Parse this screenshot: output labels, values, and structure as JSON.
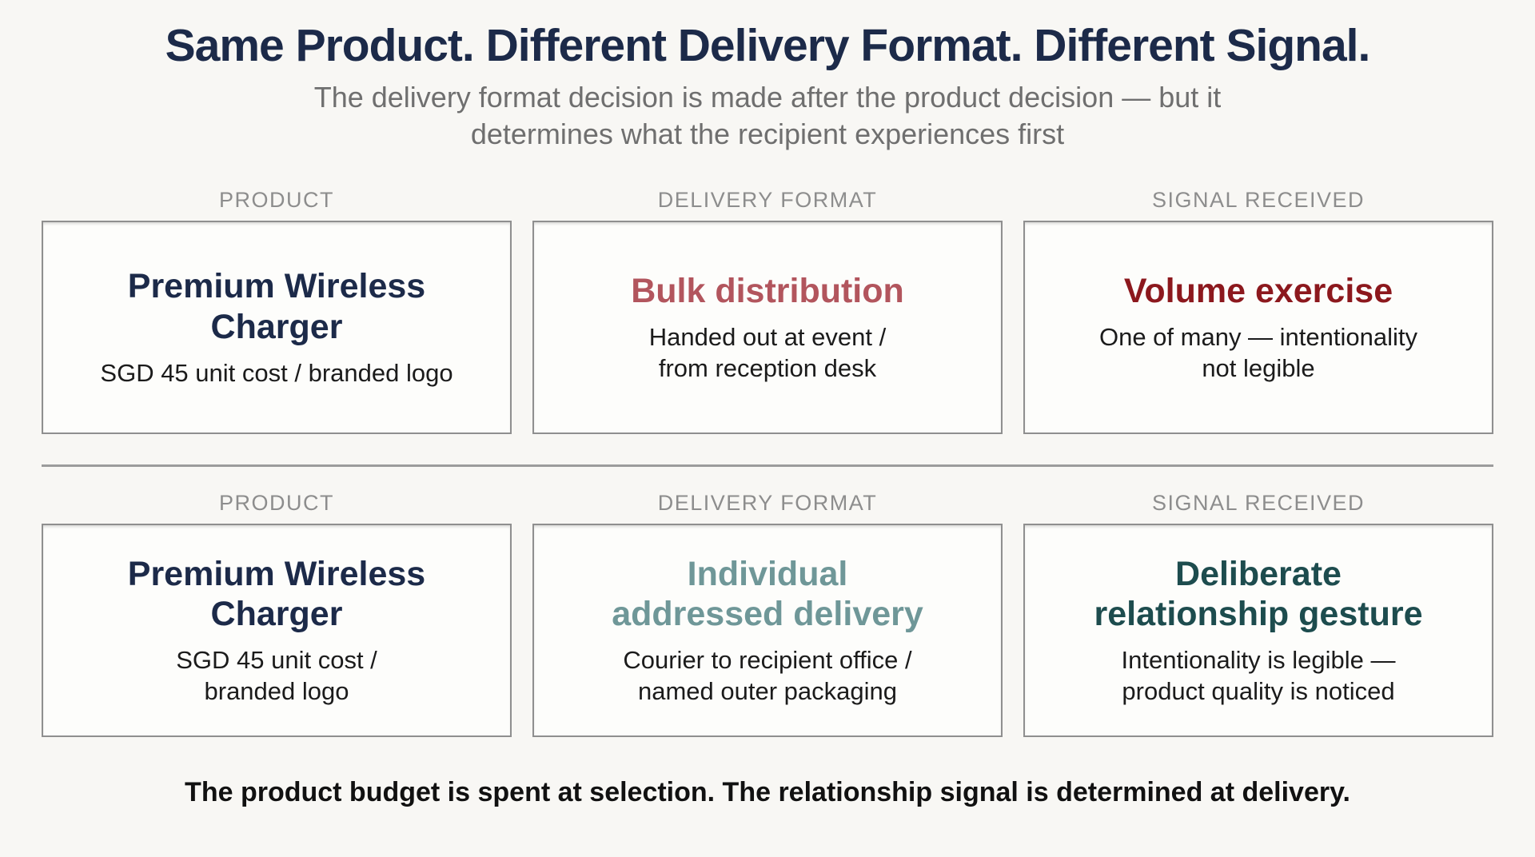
{
  "page": {
    "title": "Same Product. Different Delivery Format. Different Signal.",
    "subtitle_line1": "The delivery format decision is made after the product decision — but it",
    "subtitle_line2": "determines what the recipient experiences first",
    "footer": "The product budget is spent at selection. The relationship signal is determined at delivery."
  },
  "columns": [
    "PRODUCT",
    "DELIVERY FORMAT",
    "SIGNAL RECEIVED"
  ],
  "colors": {
    "navy": "#1c2a49",
    "rose": "#b2555d",
    "maroon": "#8c181d",
    "muted_teal": "#6f9798",
    "dark_teal": "#1d4c4e",
    "header_gray": "#8d8d8d",
    "subtitle_gray": "#6f6f6f",
    "body_text": "#1b1b1b",
    "card_border": "#8f8f8f",
    "divider_gray": "#9c9c9c",
    "background": "#f8f7f4"
  },
  "rows": [
    {
      "cells": [
        {
          "accent": "#1c2a49",
          "heading_lines": [
            "Premium Wireless",
            "Charger"
          ],
          "detail_lines": [
            "SGD 45 unit cost / branded logo"
          ]
        },
        {
          "accent": "#b2555d",
          "heading_lines": [
            "Bulk distribution"
          ],
          "detail_lines": [
            "Handed out at event /",
            "from reception desk"
          ]
        },
        {
          "accent": "#8c181d",
          "heading_lines": [
            "Volume exercise"
          ],
          "detail_lines": [
            "One of many — intentionality",
            "not legible"
          ]
        }
      ]
    },
    {
      "cells": [
        {
          "accent": "#1c2a49",
          "heading_lines": [
            "Premium Wireless",
            "Charger"
          ],
          "detail_lines": [
            "SGD 45 unit cost /",
            "branded logo"
          ]
        },
        {
          "accent": "#6f9798",
          "heading_lines": [
            "Individual",
            "addressed delivery"
          ],
          "detail_lines": [
            "Courier to recipient office /",
            "named outer packaging"
          ]
        },
        {
          "accent": "#1d4c4e",
          "heading_lines": [
            "Deliberate",
            "relationship gesture"
          ],
          "detail_lines": [
            "Intentionality is legible —",
            "product quality is noticed"
          ]
        }
      ]
    }
  ]
}
